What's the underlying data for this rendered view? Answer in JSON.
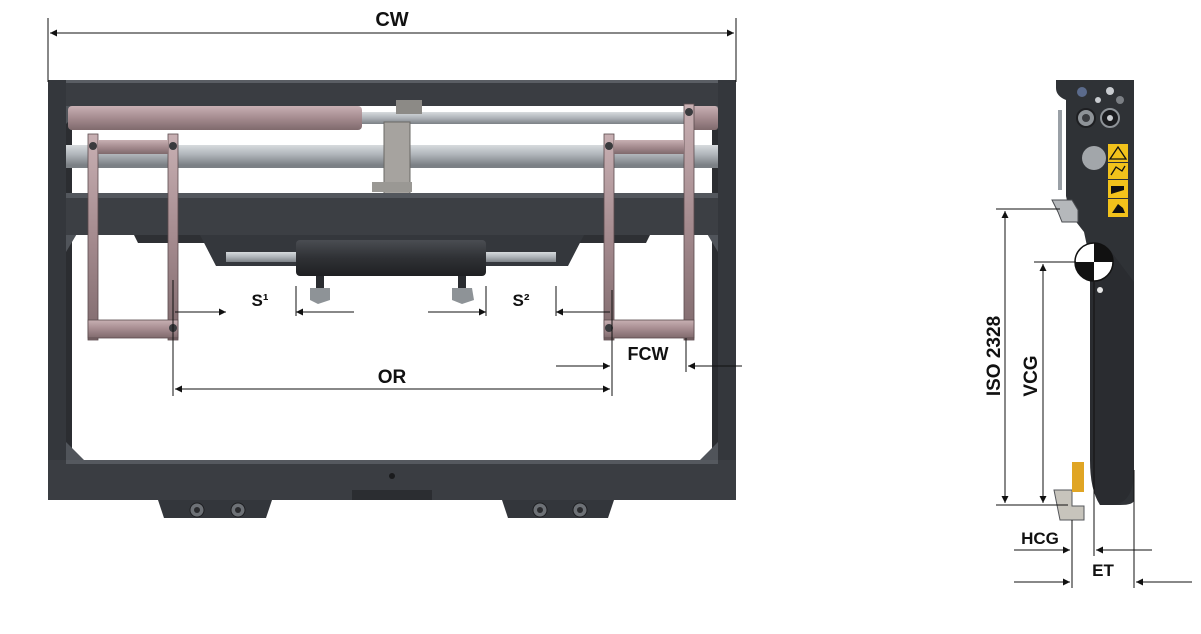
{
  "labels": {
    "cw": "CW",
    "s1": "S¹",
    "s2": "S²",
    "or": "OR",
    "fcw": "FCW",
    "iso": "ISO 2328",
    "vcg": "VCG",
    "hcg": "HCG",
    "et": "ET"
  },
  "colors": {
    "frame": "#3a3d42",
    "frame_dark": "#2b2d31",
    "rod_light": "#b9bec3",
    "cylinder_pink": "#a58b8f",
    "plate_pink": "#b49da0",
    "cylinder_dark": "#2f3135",
    "warning_yellow": "#f2c21b",
    "dimension_line": "#111111"
  },
  "icons": [
    "warning-triangle-icon",
    "crush-hazard-icon",
    "hand-hazard-icon",
    "foot-hazard-icon",
    "cog-marker-icon"
  ]
}
